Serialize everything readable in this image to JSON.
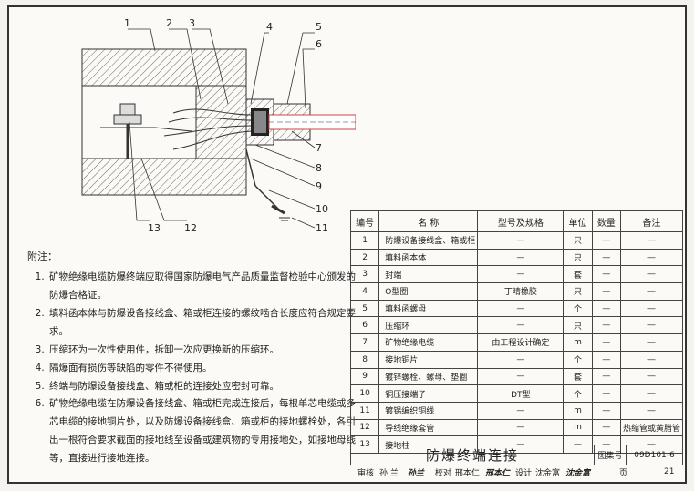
{
  "callouts": [
    "1",
    "2",
    "3",
    "4",
    "5",
    "6",
    "7",
    "8",
    "9",
    "10",
    "11",
    "12",
    "13"
  ],
  "notes": {
    "heading": "附注：",
    "items": [
      "矿物绝缘电缆防爆终端应取得国家防爆电气产品质量监督检验中心颁发的防爆合格证。",
      "填料函本体与防爆设备接线盒、箱或柜连接的螺纹啮合长度应符合规定要求。",
      "压缩环为一次性使用件，拆卸一次应更换新的压缩环。",
      "隔爆面有损伤等缺陷的零件不得使用。",
      "终端与防爆设备接线盒、箱或柜的连接处应密封可靠。",
      "矿物绝缘电缆在防爆设备接线盒、箱或柜完成连接后，每根单芯电缆或多芯电缆的接地铜片处，以及防爆设备接线盒、箱或柜的接地螺栓处，各引出一根符合要求截面的接地线至设备或建筑物的专用接地处，如接地母线等，直接进行接地连接。"
    ]
  },
  "table": {
    "headers": [
      "编号",
      "名  称",
      "型号及规格",
      "单位",
      "数量",
      "备注"
    ],
    "rows": [
      [
        "1",
        "防爆设备接线盒、箱或柜",
        "—",
        "只",
        "—",
        "—"
      ],
      [
        "2",
        "填料函本体",
        "—",
        "只",
        "—",
        "—"
      ],
      [
        "3",
        "封端",
        "—",
        "套",
        "—",
        "—"
      ],
      [
        "4",
        "O型圈",
        "丁晴橡胶",
        "只",
        "—",
        "—"
      ],
      [
        "5",
        "填料函螺母",
        "—",
        "个",
        "—",
        "—"
      ],
      [
        "6",
        "压缩环",
        "—",
        "只",
        "—",
        "—"
      ],
      [
        "7",
        "矿物绝缘电缆",
        "由工程设计确定",
        "m",
        "—",
        "—"
      ],
      [
        "8",
        "接地铜片",
        "—",
        "个",
        "—",
        "—"
      ],
      [
        "9",
        "镀锌螺栓、螺母、垫圈",
        "—",
        "套",
        "—",
        "—"
      ],
      [
        "10",
        "铜压接端子",
        "DT型",
        "个",
        "—",
        "—"
      ],
      [
        "11",
        "镀锡编织铜线",
        "—",
        "m",
        "—",
        "—"
      ],
      [
        "12",
        "导线绝缘套管",
        "—",
        "m",
        "—",
        "热缩管或黄腊管"
      ],
      [
        "13",
        "接地柱",
        "—",
        "—",
        "—",
        "—"
      ]
    ]
  },
  "titleblock": {
    "title": "防爆终端连接",
    "atlas_label": "图集号",
    "atlas_no": "09D101-6",
    "review_label": "审核",
    "review_name": "孙 兰",
    "check_label": "校对",
    "check_name": "邢本仁",
    "design_label": "设计",
    "design_name": "沈金富",
    "page_label": "页",
    "page_no": "21"
  }
}
